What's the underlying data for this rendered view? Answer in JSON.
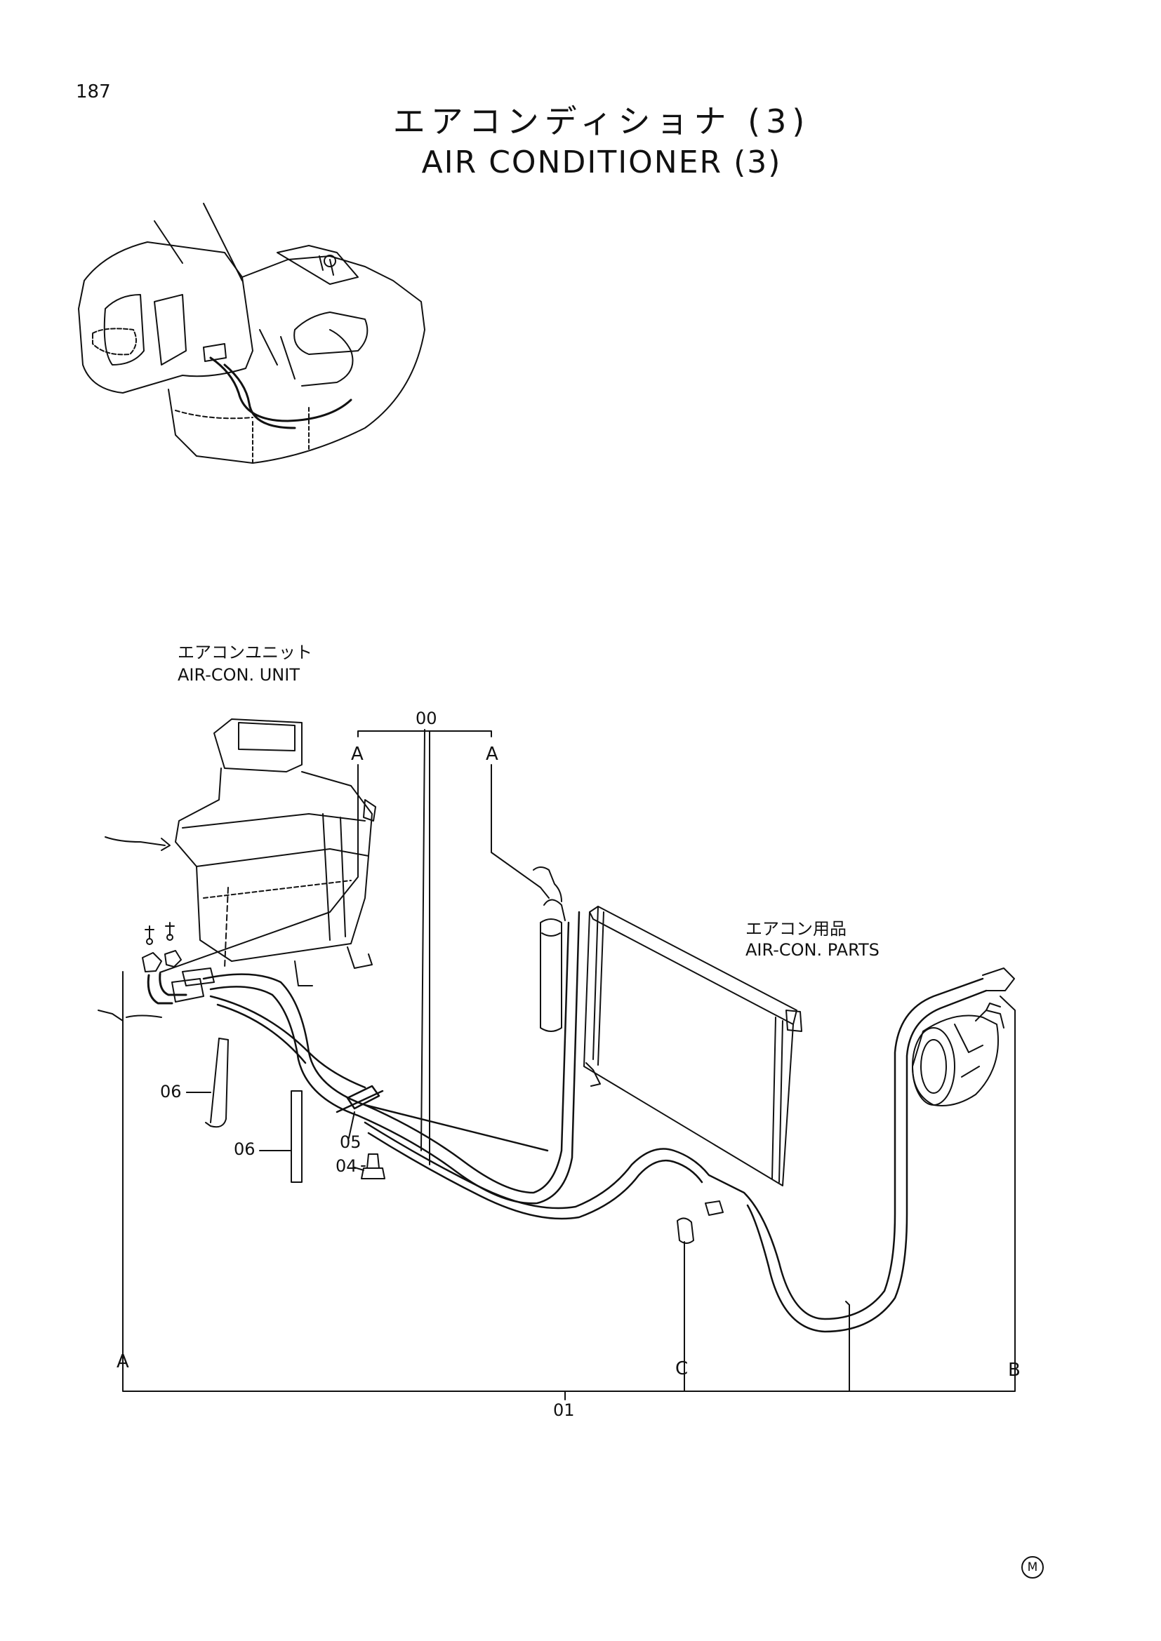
{
  "page": {
    "number": "187"
  },
  "title": {
    "jp": "エアコンディショナ (3)",
    "en": "AIR CONDITIONER (3)"
  },
  "captions": {
    "unit_jp": "エアコンユニット",
    "unit_en": "AIR-CON. UNIT",
    "parts_jp": "エアコン用品",
    "parts_en": "AIR-CON. PARTS"
  },
  "part_labels": {
    "group_00": "00",
    "group_01": "01",
    "p04": "04",
    "p05": "05",
    "p06_a": "06",
    "p06_b": "06"
  },
  "connection_letters": {
    "top_left": "A",
    "top_right": "A",
    "bottom_a": "A",
    "bottom_c": "C",
    "bottom_b": "B"
  },
  "mark": "M"
}
